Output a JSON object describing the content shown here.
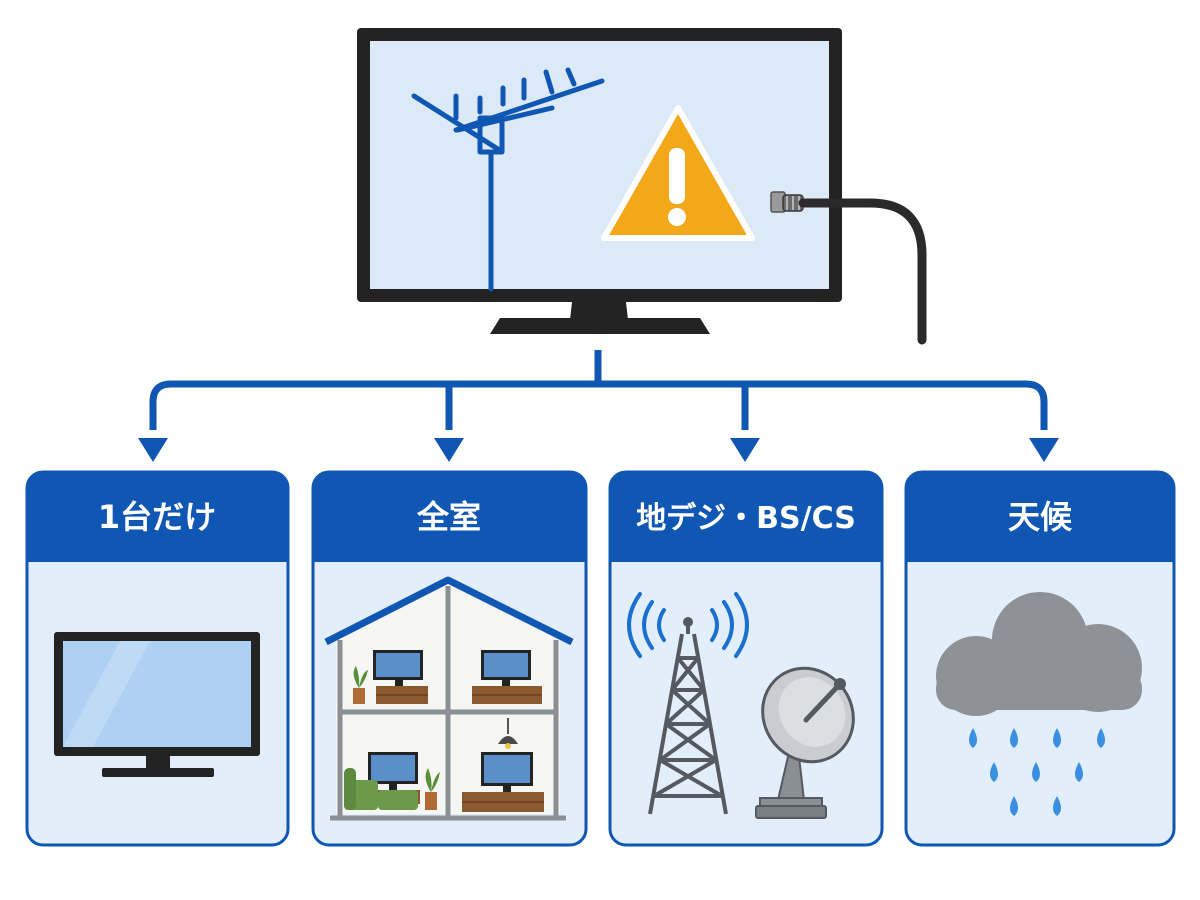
{
  "colors": {
    "primary_blue": "#1056b3",
    "panel_bg": "#e3eefb",
    "screen_bg": "#dceaf8",
    "warning": "#f3a81a",
    "device_dark": "#232323",
    "cloud_gray": "#8e9297",
    "rain_blue": "#3a8fe0"
  },
  "top": {
    "icons": [
      "tv-icon",
      "uhf-antenna-icon",
      "warning-icon",
      "coaxial-cable-icon"
    ]
  },
  "cards": [
    {
      "label": "1台だけ",
      "icon": "single-tv-icon"
    },
    {
      "label": "全室",
      "icon": "house-rooms-icon"
    },
    {
      "label": "地デジ・BS/CS",
      "icon": "tower-and-dish-icon"
    },
    {
      "label": "天候",
      "icon": "rain-cloud-icon"
    }
  ]
}
